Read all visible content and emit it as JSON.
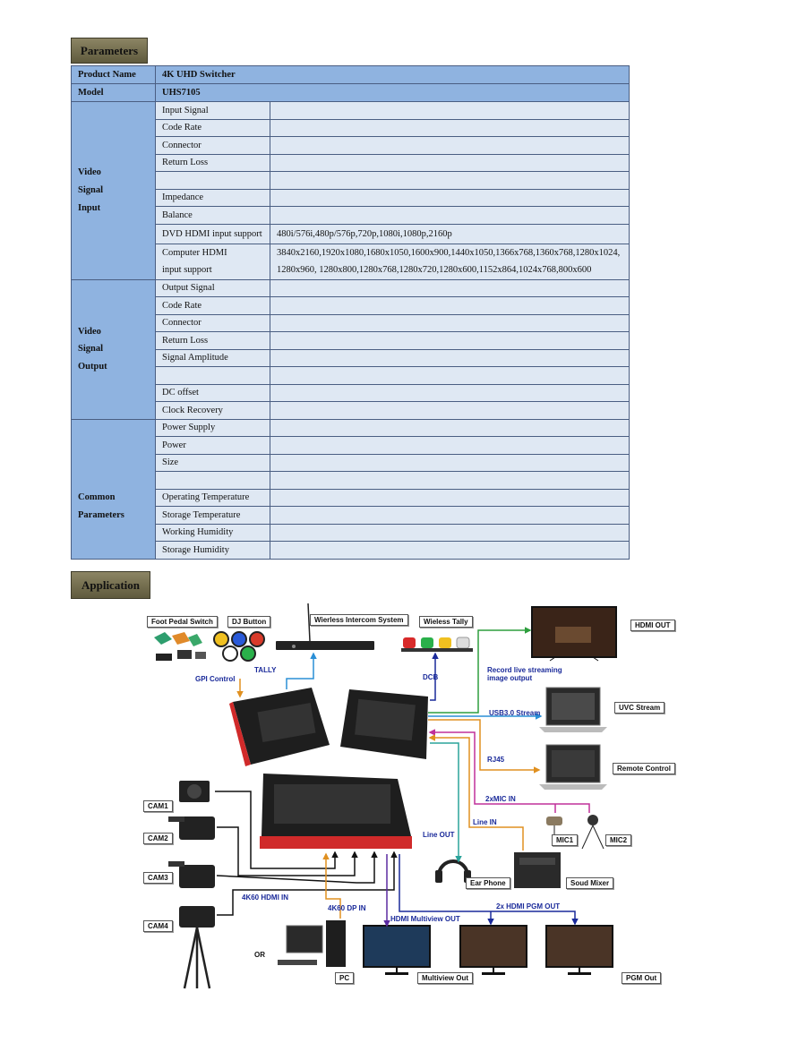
{
  "sections": {
    "parameters": "Parameters",
    "application": "Application"
  },
  "product": {
    "name_label": "Product Name",
    "name_value": "4K UHD Switcher",
    "model_label": "Model",
    "model_value": "UHS7105"
  },
  "video_input": {
    "group_line1": "Video",
    "group_line2": "Signal",
    "group_line3": "Input",
    "rows": [
      "Input Signal",
      "Code Rate",
      "Connector",
      "Return Loss",
      "",
      "Impedance",
      "Balance"
    ],
    "dvd_label": "DVD HDMI input support",
    "dvd_value": "480i/576i,480p/576p,720p,1080i,1080p,2160p",
    "computer_label_line1": "Computer HDMI",
    "computer_label_line2": "input support",
    "computer_value_line1": "3840x2160,1920x1080,1680x1050,1600x900,1440x1050,1366x768,1360x768,1280x1024,",
    "computer_value_line2": "1280x960, 1280x800,1280x768,1280x720,1280x600,1152x864,1024x768,800x600"
  },
  "video_output": {
    "group_line1": "Video",
    "group_line2": "Signal",
    "group_line3": "Output",
    "rows": [
      "Output Signal",
      "Code Rate",
      "Connector",
      "Return Loss",
      "Signal Amplitude",
      "",
      "DC offset",
      "Clock Recovery"
    ]
  },
  "common": {
    "group_line1": "Common",
    "group_line2": "Parameters",
    "rows": [
      "Power Supply",
      "Power",
      "Size",
      "",
      "Operating Temperature",
      "Storage Temperature",
      "Working Humidity",
      "Storage Humidity"
    ]
  },
  "diagram": {
    "labels": {
      "foot_pedal": "Foot Pedal Switch",
      "dj_button": "DJ Button",
      "intercom": "Wierless Intercom System",
      "wireless_tally": "Wieless Tally",
      "hdmi_out": "HDMI OUT",
      "uvc_stream": "UVC Stream",
      "remote_control": "Remote Control",
      "cam1": "CAM1",
      "cam2": "CAM2",
      "cam3": "CAM3",
      "cam4": "CAM4",
      "mic1": "MIC1",
      "mic2": "MIC2",
      "ear_phone": "Ear Phone",
      "sound_mixer": "Soud Mixer",
      "pc": "PC",
      "multiview_out": "Multiview Out",
      "pgm_out": "PGM Out"
    },
    "captions": {
      "gpi_control": "GPI Control",
      "tally": "TALLY",
      "dcb": "DCB",
      "record_line1": "Record live streaming",
      "record_line2": "image output",
      "usb3": "USB3.0 Stream",
      "rj45": "RJ45",
      "mic_in": "2xMIC IN",
      "line_in": "Line IN",
      "line_out": "Line OUT",
      "hdmi_in": "4K60 HDMI IN",
      "dp_in": "4K60 DP IN",
      "multiview_cap": "HDMI Multiview OUT",
      "pgm_cap": "2x HDMI PGM OUT",
      "or": "OR"
    },
    "colors": {
      "green": "#2e9e3e",
      "blue": "#2a8fd6",
      "orange": "#e09020",
      "magenta": "#c0309a",
      "teal": "#2aa39a",
      "purple": "#5a2aa0",
      "navy": "#1a2a9a",
      "black": "#111111"
    }
  }
}
